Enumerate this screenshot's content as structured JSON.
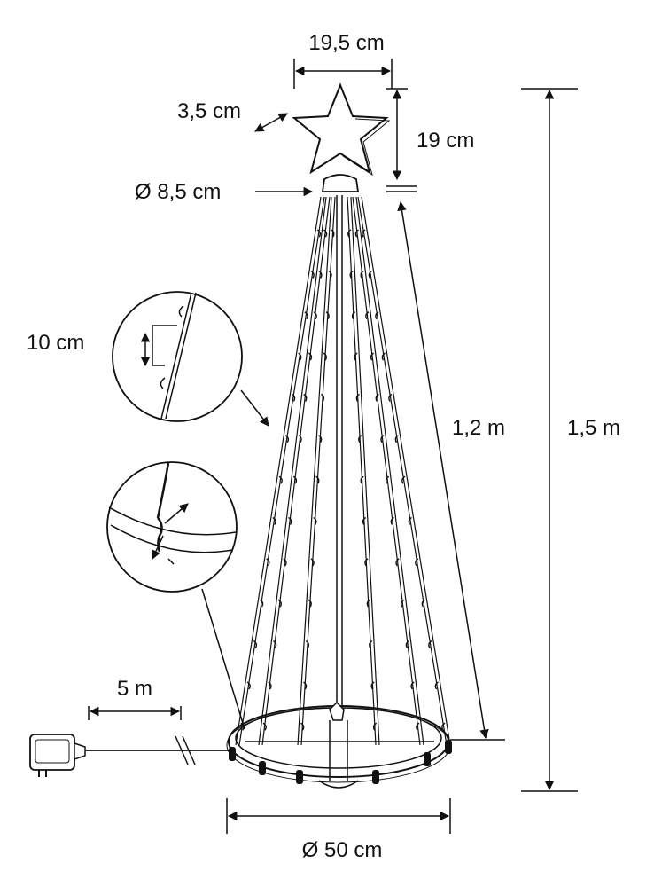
{
  "dimensions": {
    "star_width": "19,5 cm",
    "star_depth": "3,5 cm",
    "star_height": "19 cm",
    "top_diameter": "Ø 8,5 cm",
    "bulb_spacing": "10 cm",
    "strand_length": "1,2 m",
    "total_height": "1,5 m",
    "cable_length": "5 m",
    "base_diameter": "Ø 50 cm"
  },
  "colors": {
    "line": "#111111",
    "background": "#ffffff"
  },
  "icons": {
    "star": "star-topper",
    "plug": "power-adapter-icon"
  }
}
